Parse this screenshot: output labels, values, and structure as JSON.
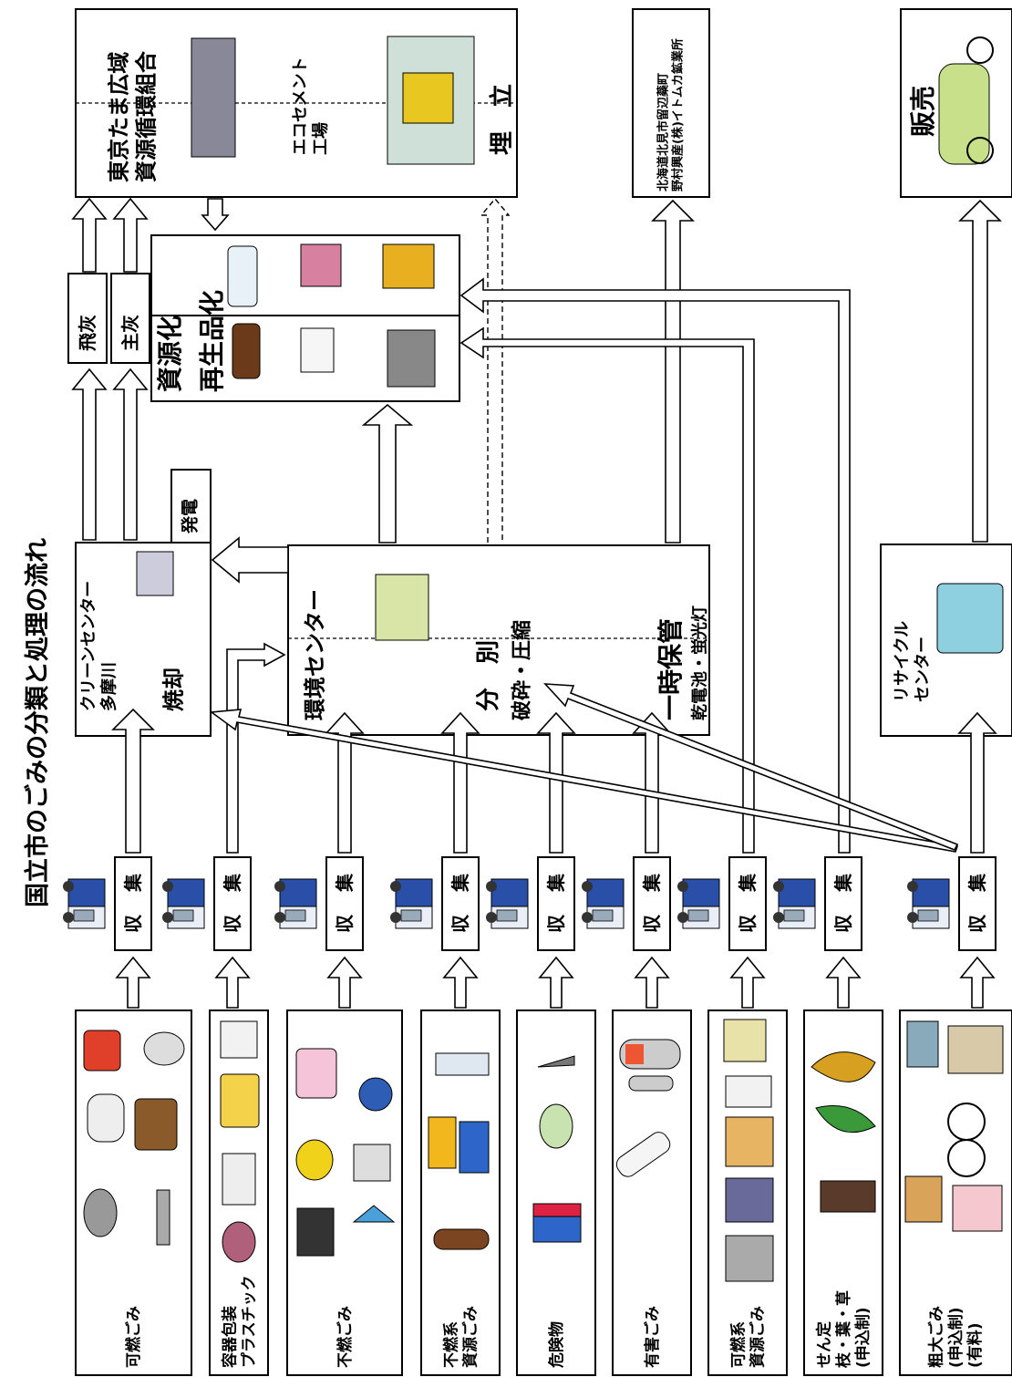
{
  "title": "国立市のごみの分類と処理の流れ",
  "categories": [
    {
      "label": "可燃ごみ"
    },
    {
      "label": "容器包装\nプラスチック"
    },
    {
      "label": "不燃ごみ"
    },
    {
      "label": "不燃系\n資源ごみ"
    },
    {
      "label": "危険物"
    },
    {
      "label": "有害ごみ"
    },
    {
      "label": "可燃系\n資源ごみ"
    },
    {
      "label": "せん定\n枝・葉・草\n(申込制)"
    },
    {
      "label": "粗大ごみ\n(申込制)\n(有料)"
    }
  ],
  "collection": {
    "left": "収",
    "right": "集"
  },
  "facilities": {
    "clean_center_name": "クリーンセンター\n多摩川",
    "clean_center_action": "焼却",
    "power": "発電",
    "env_center_name": "環境センター",
    "sort_label": "分　別",
    "crush_label": "破砕・圧縮",
    "storage_label": "一時保管",
    "storage_sub": "乾電池・蛍光灯",
    "recycle_center": "リサイクル\nセンター"
  },
  "outputs": {
    "fly_ash": "飛灰",
    "main_ash": "主灰",
    "recycling_title": "資源化",
    "recycling_sub": "再生品化",
    "tama_union": "東京たま広域\n資源循環組合",
    "eco_cement": "エコセメント\n工場",
    "landfill": "埋　立",
    "hokkaido": "北海道北見市留辺蘂町\n野村興産(株)イトムカ鉱業所",
    "sale": "販売"
  },
  "icons": [
    "truck-icon",
    "factory-icon",
    "building-icon",
    "landfill-icon",
    "recycle-items-icon",
    "bicycle-icon"
  ]
}
